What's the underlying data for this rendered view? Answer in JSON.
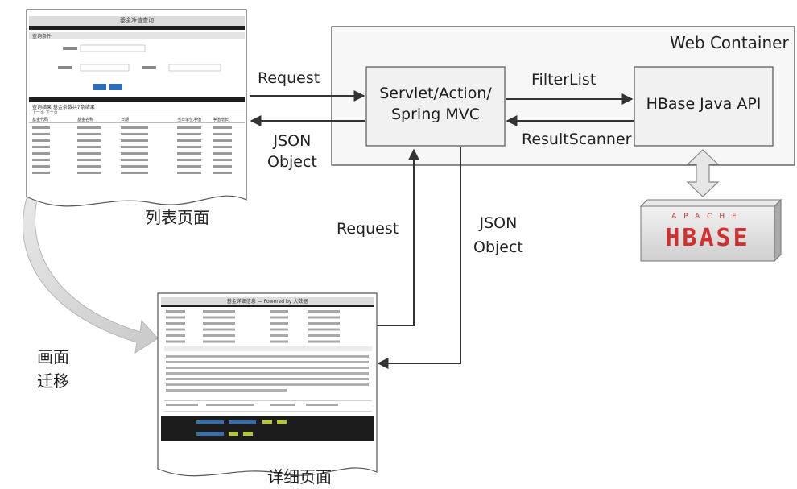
{
  "diagram": {
    "web_container_label": "Web Container",
    "servlet_label_line1": "Servlet/Action/",
    "servlet_label_line2": "Spring MVC",
    "hbase_api_label": "HBase Java API",
    "hbase_logo_top": "APACHE",
    "hbase_logo_main": "HBASE",
    "arrows": {
      "request_top": "Request",
      "json_top_line1": "JSON",
      "json_top_line2": "Object",
      "filterlist": "FilterList",
      "resultscanner": "ResultScanner",
      "request_mid": "Request",
      "json_mid_line1": "JSON",
      "json_mid_line2": "Object"
    },
    "list_page": {
      "caption": "列表页面",
      "header_title": "基金净值查询",
      "section_title": "查询条件",
      "result_title": "查询结果 基金条数共7条结果",
      "pager": "上一页  下一页",
      "table_headers": [
        "基金代码",
        "基金名称",
        "日期",
        "当日单位净值",
        "净值增长"
      ]
    },
    "detail_page": {
      "caption": "详细页面",
      "header_title": "基金详细信息 — Powered by 大数据"
    },
    "transition_label_line1": "画面",
    "transition_label_line2": "迁移"
  }
}
